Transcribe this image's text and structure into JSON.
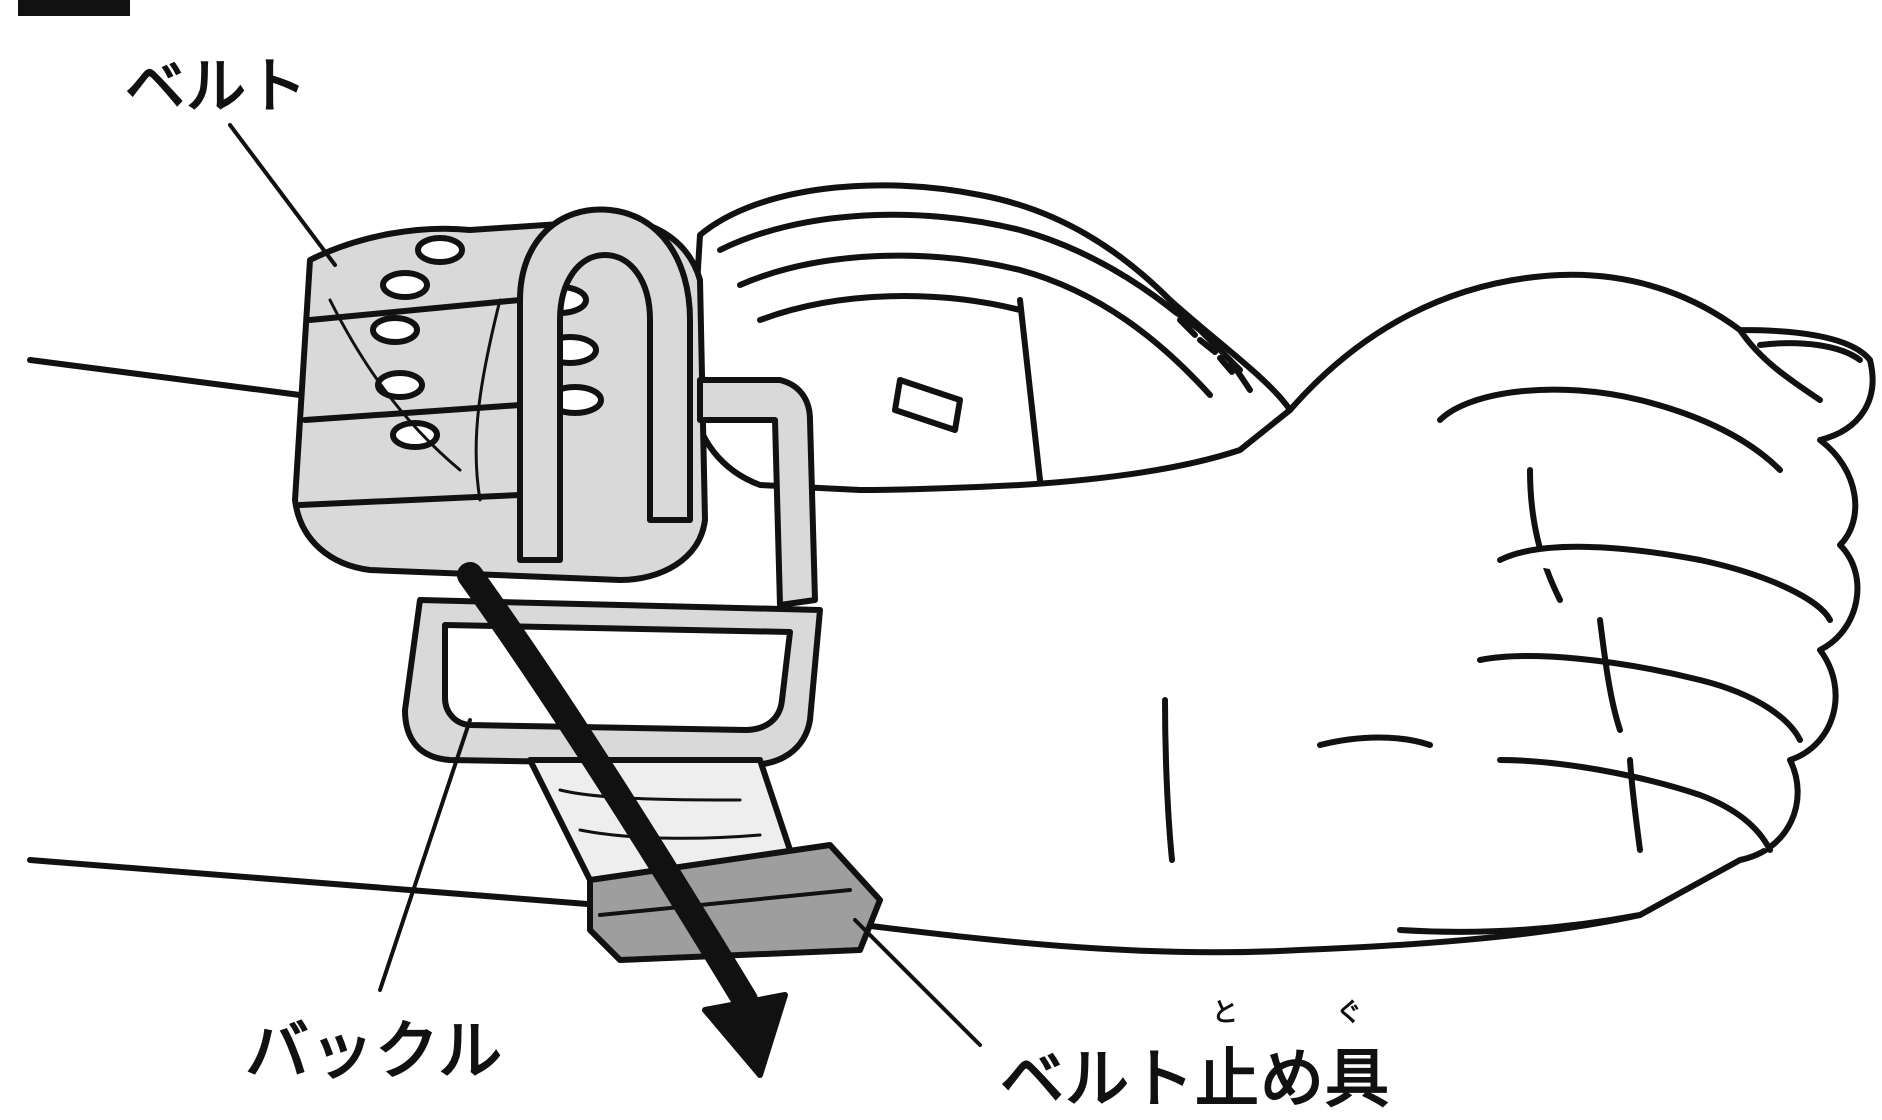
{
  "labels": {
    "belt": "ベルト",
    "buckle": "バックル",
    "belt_stopper": "ベルト止め具",
    "ruby_to": "と",
    "ruby_gu": "ぐ"
  },
  "colors": {
    "line": "#111111",
    "belt_fill": "#d9d9d9",
    "stopper_fill": "#9e9e9e",
    "background": "#ffffff"
  }
}
